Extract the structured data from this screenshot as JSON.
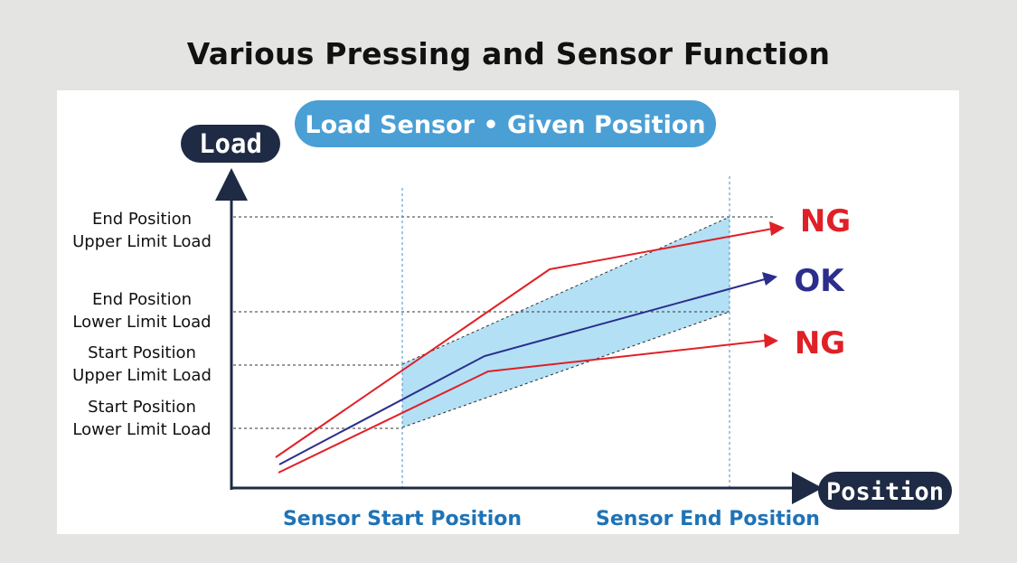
{
  "title": "Various Pressing and Sensor Function",
  "banner": {
    "text": "Load Sensor • Given Position",
    "color": "#4a9fd5"
  },
  "axes": {
    "y_label": "Load",
    "x_label": "Position",
    "pill_color": "#1f2a44"
  },
  "load_levels": [
    {
      "line1": "End Position",
      "line2": "Upper Limit Load"
    },
    {
      "line1": "End Position",
      "line2": "Lower Limit Load"
    },
    {
      "line1": "Start Position",
      "line2": "Upper Limit Load"
    },
    {
      "line1": "Start Position",
      "line2": "Lower Limit Load"
    }
  ],
  "positions": {
    "start": "Sensor Start Position",
    "end": "Sensor End Position",
    "color": "#1f73b7"
  },
  "curves": [
    {
      "label": "NG",
      "color": "#e02027"
    },
    {
      "label": "OK",
      "color": "#2b2e8c"
    },
    {
      "label": "NG",
      "color": "#e02027"
    }
  ],
  "band_color": "#b3e0f5"
}
